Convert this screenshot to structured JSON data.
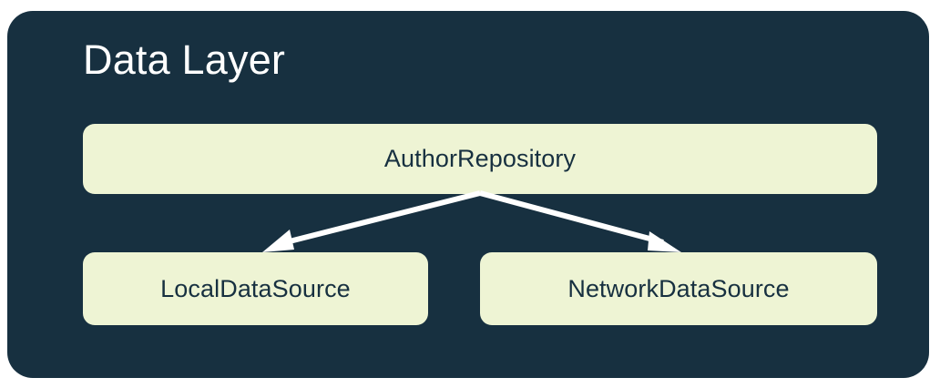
{
  "diagram": {
    "title": "Data Layer",
    "colors": {
      "panel_background": "#173040",
      "node_fill": "#EEF4D4",
      "node_text": "#173040",
      "title_text": "#FFFFFF",
      "arrow": "#FFFFFF",
      "page_background": "#FFFFFF"
    },
    "nodes": [
      {
        "id": "author-repository",
        "label": "AuthorRepository"
      },
      {
        "id": "local-data-source",
        "label": "LocalDataSource"
      },
      {
        "id": "network-data-source",
        "label": "NetworkDataSource"
      }
    ],
    "edges": [
      {
        "from": "AuthorRepository",
        "to": "LocalDataSource",
        "style": "solid-arrow"
      },
      {
        "from": "AuthorRepository",
        "to": "NetworkDataSource",
        "style": "solid-arrow"
      }
    ]
  }
}
